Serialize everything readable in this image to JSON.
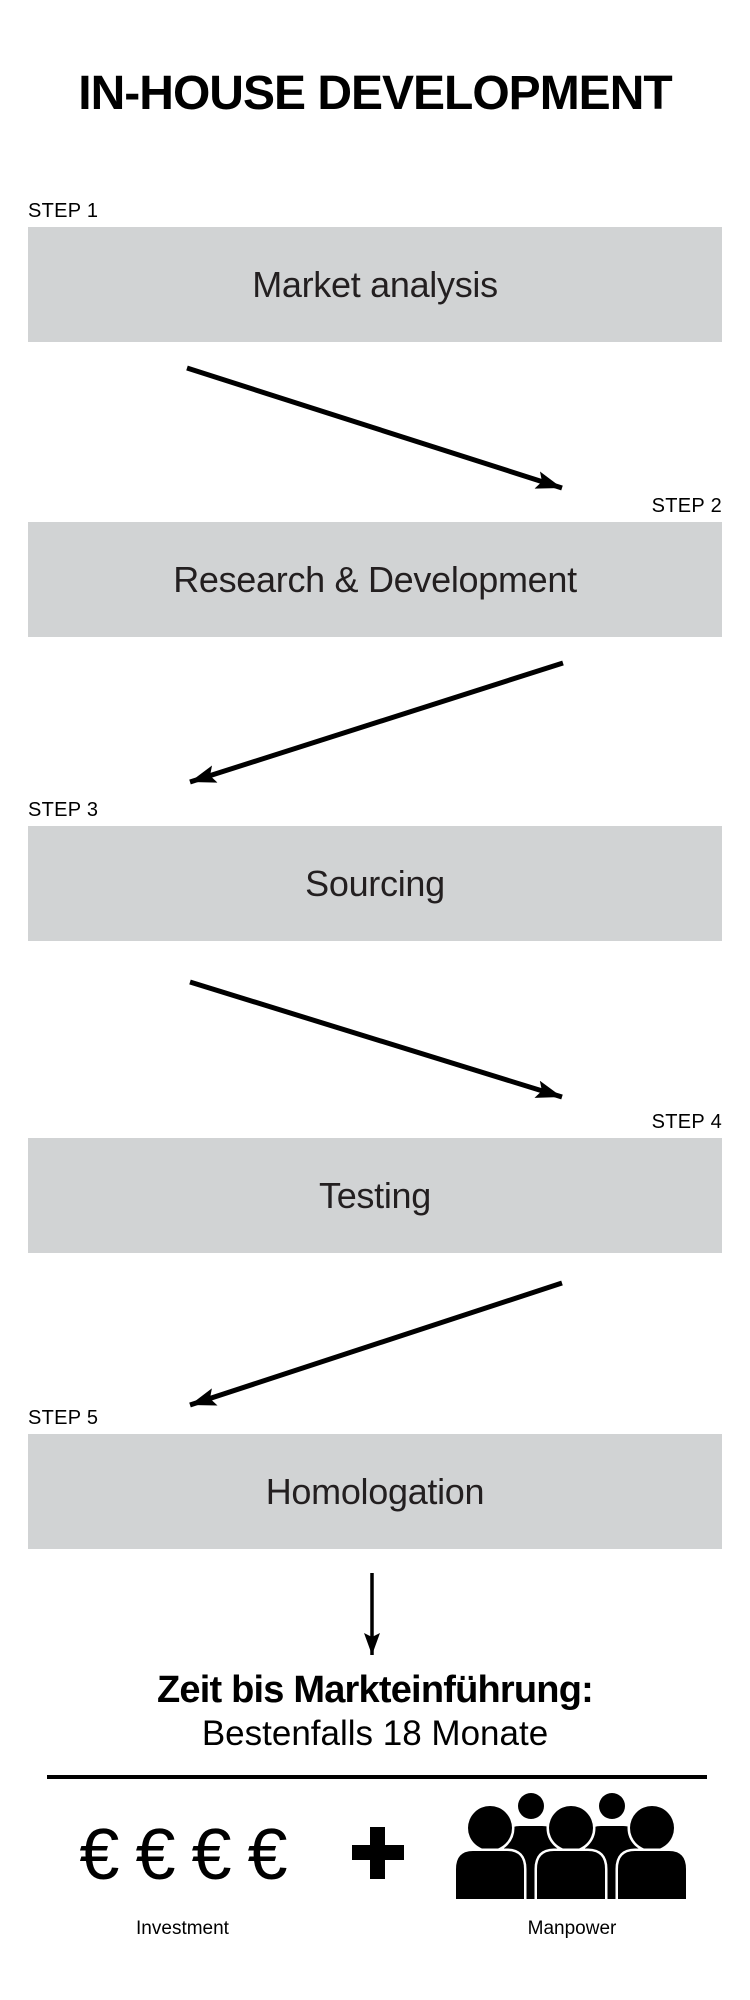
{
  "title": "IN-HOUSE DEVELOPMENT",
  "steps": [
    {
      "label": "STEP 1",
      "name": "Market analysis"
    },
    {
      "label": "STEP 2",
      "name": "Research & Development"
    },
    {
      "label": "STEP 3",
      "name": "Sourcing"
    },
    {
      "label": "STEP 4",
      "name": "Testing"
    },
    {
      "label": "STEP 5",
      "name": "Homologation"
    }
  ],
  "result": {
    "headline": "Zeit bis Markteinführung:",
    "subline": "Bestenfalls 18 Monate"
  },
  "resources": {
    "investment_symbols": "€ € € €",
    "investment_label": "Investment",
    "manpower_label": "Manpower"
  },
  "icons": {
    "plus": "plus-icon",
    "manpower": "manpower-group-icon",
    "flow_arrows": "arrow-icon"
  },
  "colors": {
    "box_gray": "#d1d3d4",
    "box_text": "#231f20",
    "black": "#000000",
    "background": "#ffffff"
  }
}
